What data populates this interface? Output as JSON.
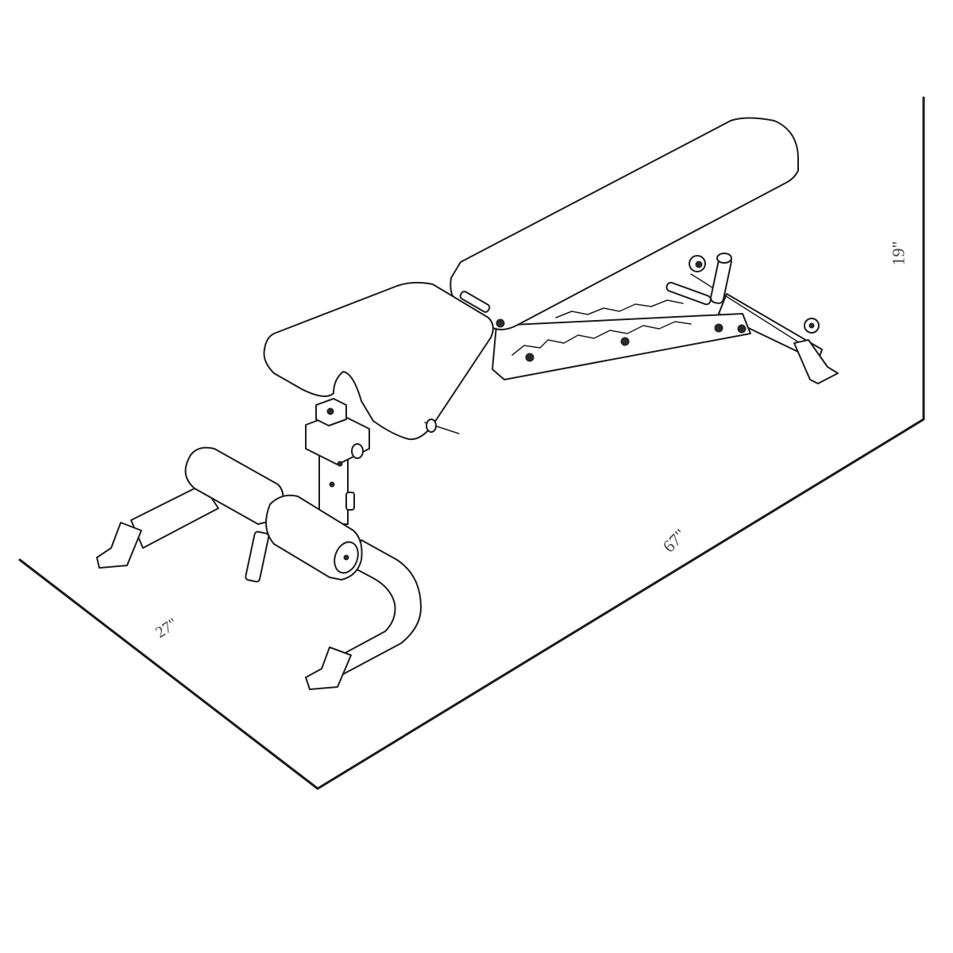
{
  "diagram": {
    "subject": "adjustable weight bench",
    "view": "isometric line drawing",
    "colors": {
      "line": "#1a1a1a",
      "label": "#444444",
      "background": "#ffffff"
    }
  },
  "dimensions": {
    "width": "27\"",
    "length": "67\"",
    "height": "19\""
  },
  "parts": [
    {
      "name": "backrest-pad"
    },
    {
      "name": "seat-pad"
    },
    {
      "name": "ladder-adjustment-frame"
    },
    {
      "name": "rear-support-arm-with-handle"
    },
    {
      "name": "rear-stabilizer-foot"
    },
    {
      "name": "rear-transport-wheels"
    },
    {
      "name": "seat-post-with-pop-pin"
    },
    {
      "name": "front-leg-roller-pads"
    },
    {
      "name": "front-curved-base-leg"
    },
    {
      "name": "front-stabilizer-feet"
    }
  ]
}
